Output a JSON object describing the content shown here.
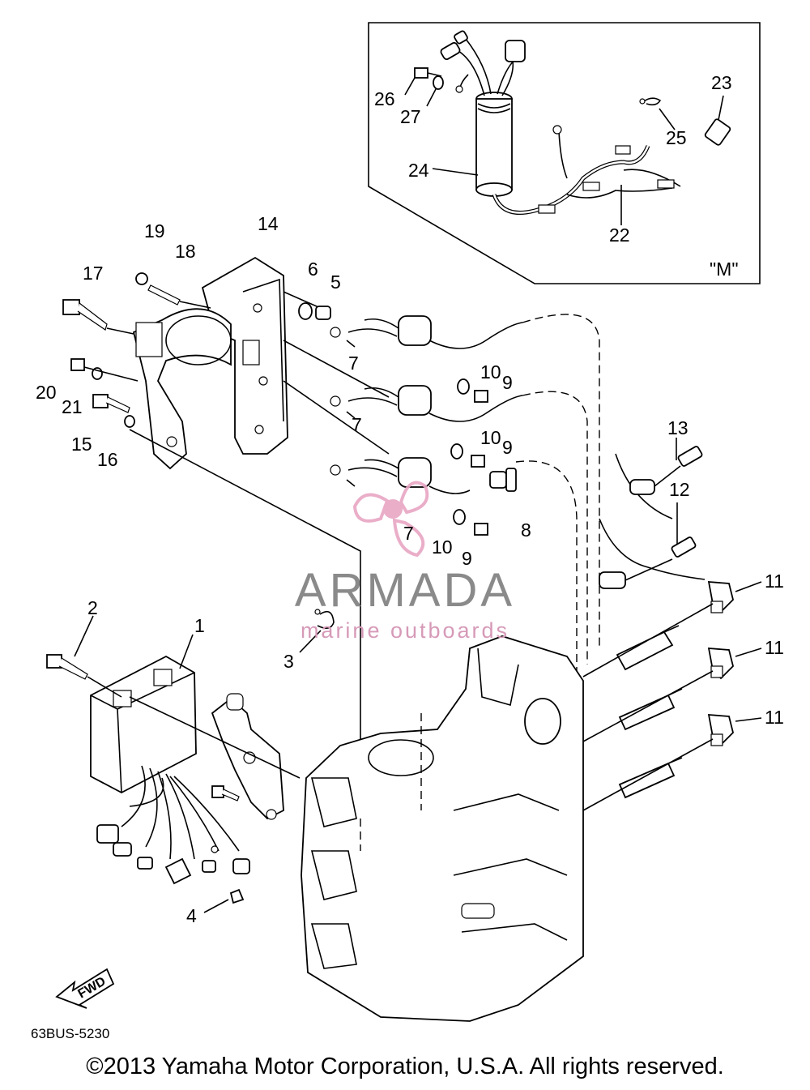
{
  "callouts": {
    "c1": "1",
    "c2": "2",
    "c3": "3",
    "c4": "4",
    "c5": "5",
    "c6": "6",
    "c7a": "7",
    "c7b": "7",
    "c7c": "7",
    "c8": "8",
    "c9a": "9",
    "c9b": "9",
    "c9c": "9",
    "c10a": "10",
    "c10b": "10",
    "c10c": "10",
    "c11a": "11",
    "c11b": "11",
    "c11c": "11",
    "c12": "12",
    "c13": "13",
    "c14": "14",
    "c15": "15",
    "c16": "16",
    "c17": "17",
    "c18": "18",
    "c19": "19",
    "c20": "20",
    "c21": "21",
    "c22": "22",
    "c23": "23",
    "c24": "24",
    "c25": "25",
    "c26": "26",
    "c27": "27"
  },
  "inset_label": "\"M\"",
  "fwd_label": "FWD",
  "watermark": {
    "brand": "ARMADA",
    "tagline": "marine outboards",
    "brand_color": "#8a8a8a",
    "logo_color": "#e8a6c4"
  },
  "diagram_code": "63BUS-5230",
  "copyright": "©2013 Yamaha Motor Corporation, U.S.A. All rights reserved."
}
